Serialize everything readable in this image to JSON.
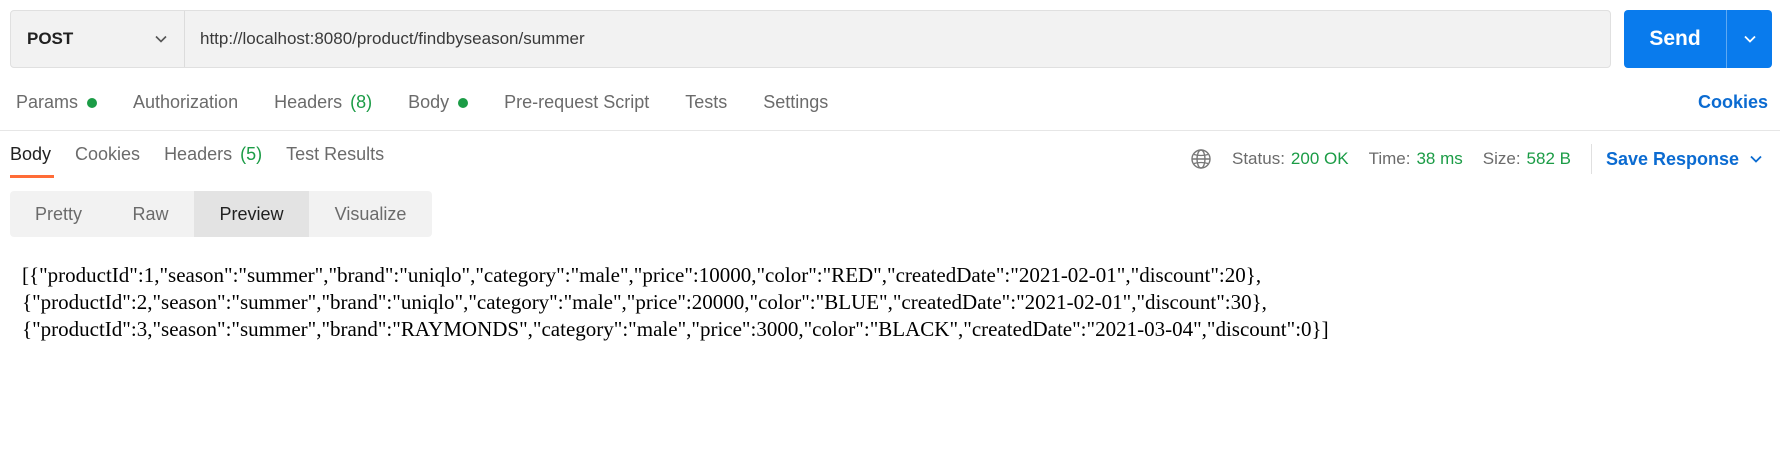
{
  "request": {
    "method": "POST",
    "url": "http://localhost:8080/product/findbyseason/summer",
    "send_label": "Send"
  },
  "request_tabs": [
    {
      "label": "Params",
      "dot": true
    },
    {
      "label": "Authorization"
    },
    {
      "label": "Headers",
      "count": "(8)"
    },
    {
      "label": "Body",
      "dot": true
    },
    {
      "label": "Pre-request Script"
    },
    {
      "label": "Tests"
    },
    {
      "label": "Settings"
    }
  ],
  "cookies_link": "Cookies",
  "response_tabs": [
    {
      "label": "Body",
      "active": true
    },
    {
      "label": "Cookies"
    },
    {
      "label": "Headers",
      "count": "(5)"
    },
    {
      "label": "Test Results"
    }
  ],
  "status": {
    "status_label": "Status:",
    "status_value": "200 OK",
    "time_label": "Time:",
    "time_value": "38 ms",
    "size_label": "Size:",
    "size_value": "582 B",
    "save_response": "Save Response"
  },
  "format_tabs": [
    {
      "label": "Pretty"
    },
    {
      "label": "Raw"
    },
    {
      "label": "Preview",
      "active": true
    },
    {
      "label": "Visualize"
    }
  ],
  "preview_lines": [
    "[{\"productId\":1,\"season\":\"summer\",\"brand\":\"uniqlo\",\"category\":\"male\",\"price\":10000,\"color\":\"RED\",\"createdDate\":\"2021-02-01\",\"discount\":20},",
    "{\"productId\":2,\"season\":\"summer\",\"brand\":\"uniqlo\",\"category\":\"male\",\"price\":20000,\"color\":\"BLUE\",\"createdDate\":\"2021-02-01\",\"discount\":30},",
    "{\"productId\":3,\"season\":\"summer\",\"brand\":\"RAYMONDS\",\"category\":\"male\",\"price\":3000,\"color\":\"BLACK\",\"createdDate\":\"2021-03-04\",\"discount\":0}]"
  ],
  "colors": {
    "accent": "#097bed",
    "success": "#1b9c46",
    "tab_indicator": "#ff6c37"
  },
  "icons": [
    "chevron-down-icon",
    "globe-icon"
  ]
}
